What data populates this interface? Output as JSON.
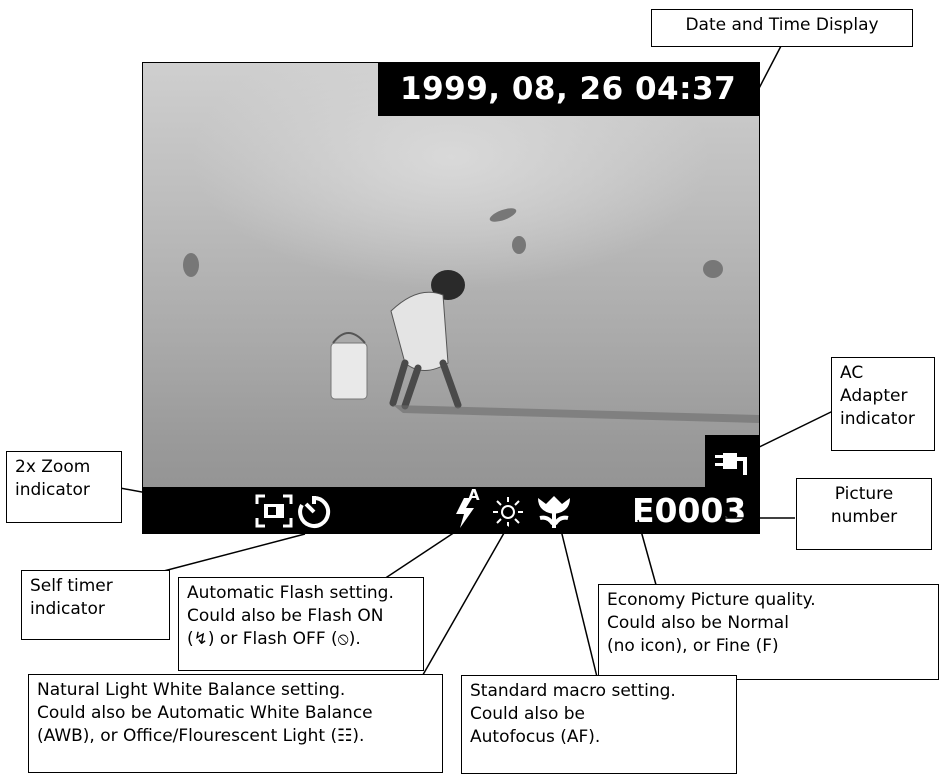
{
  "display": {
    "date_time": "1999, 08, 26  04:37",
    "picture_number": "E0003",
    "flash_auto_superscript": "A"
  },
  "callouts": {
    "date_time": "Date and Time Display",
    "ac_adapter": "AC\nAdapter\nindicator",
    "zoom": "2x Zoom\nindicator",
    "picture_number": "Picture\nnumber",
    "self_timer": "Self timer\nindicator",
    "flash": "Automatic Flash setting.\nCould also be Flash ON\n(↯) or Flash OFF (⦸).",
    "quality": "Economy Picture quality.\nCould also be Normal\n(no icon), or Fine (F)",
    "white_balance": "Natural Light White Balance setting.\nCould also be Automatic White Balance\n(AWB), or Office/Flourescent Light (☷).",
    "macro": "Standard macro setting.\nCould also be\nAutofocus (AF)."
  },
  "icons": [
    "zoom-2x-icon",
    "self-timer-icon",
    "auto-flash-icon",
    "sun-icon",
    "macro-flower-icon",
    "ac-adapter-plug-icon"
  ]
}
